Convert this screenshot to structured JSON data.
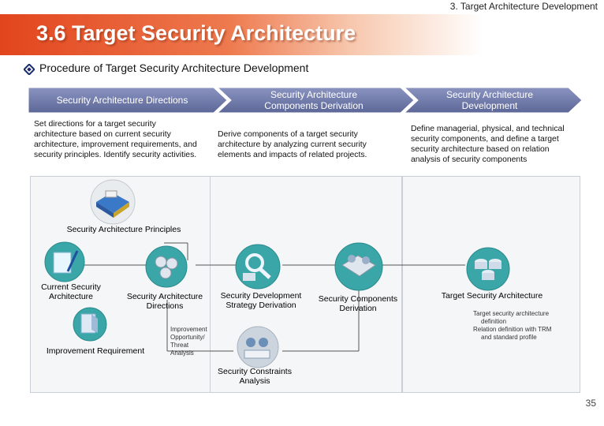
{
  "header": {
    "section": "3. Target Architecture Development"
  },
  "banner": {
    "title": "3.6 Target Security Architecture"
  },
  "subtitle": {
    "text": "Procedure of Target Security Architecture Development"
  },
  "steps": [
    {
      "label": "Security Architecture Directions",
      "description": "Set directions for a target security architecture based on current security architecture, improvement requirements, and security principles.  Identify security activities."
    },
    {
      "label": "Security Architecture Components Derivation",
      "description": "Derive components of a target security architecture by analyzing current security elements and impacts of related projects."
    },
    {
      "label": "Security Architecture Development",
      "description": "Define managerial, physical, and technical security components, and define a target security architecture based on relation analysis of security components"
    }
  ],
  "flow": {
    "principles": "Security Architecture Principles",
    "current": "Current Security Architecture",
    "directions": "Security Architecture Directions",
    "improvement": "Improvement Requirement",
    "notes_left": [
      "Improvement",
      "Opportunity/",
      "Threat",
      "Analysis"
    ],
    "strategy": "Security Development Strategy Derivation",
    "constraints": "Security Constraints Analysis",
    "components": "Security Components Derivation",
    "target": "Target Security Architecture",
    "notes_right": [
      "Target security architecture",
      "definition",
      "Relation definition with TRM",
      "and standard profile"
    ]
  },
  "page_number": "35",
  "colors": {
    "accent": "#e2451d",
    "chevron": "#7b86b4",
    "teal": "#3aa6a8"
  }
}
